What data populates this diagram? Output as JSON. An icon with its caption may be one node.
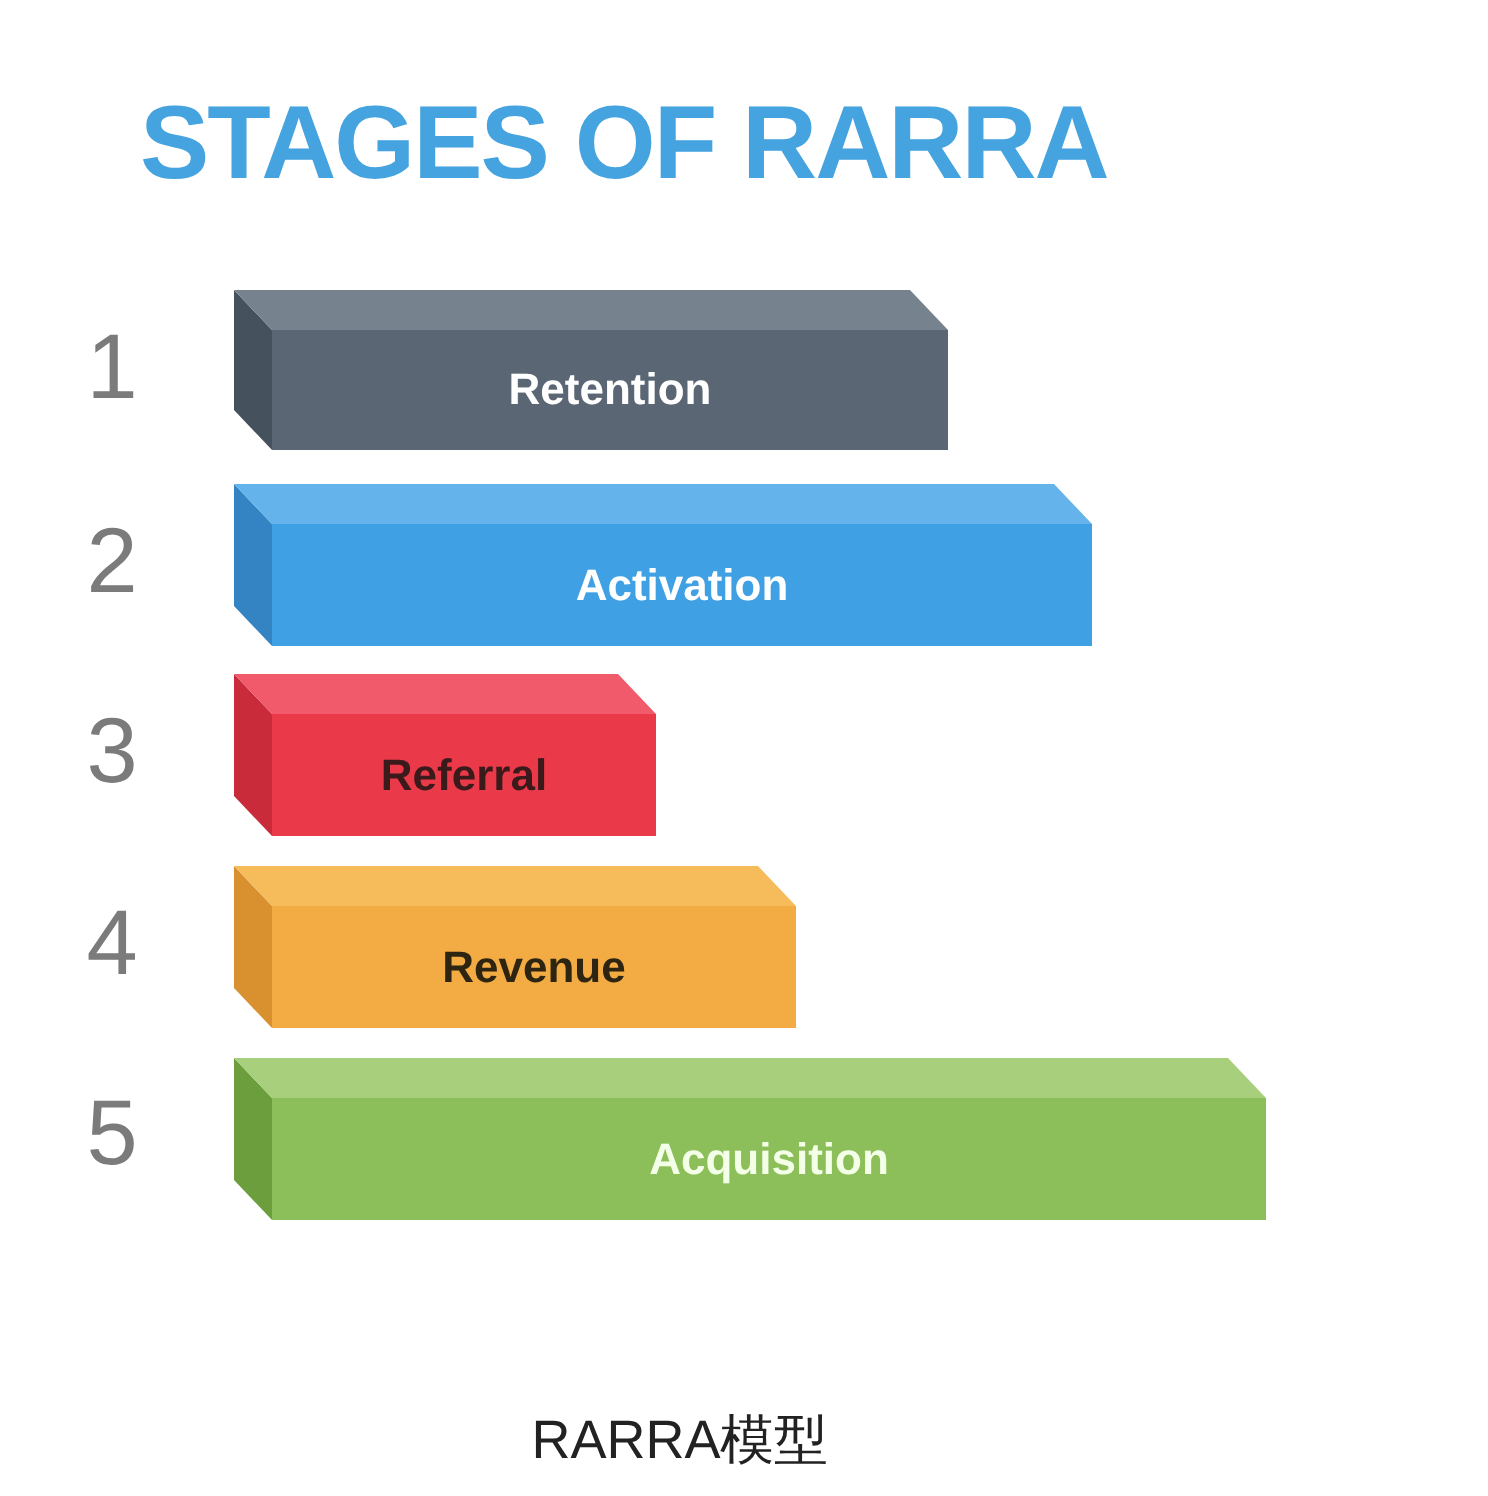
{
  "diagram": {
    "title": "STAGES OF RARRA",
    "caption": "RARRA模型",
    "nodes": [
      {
        "text": [
          "Retention"
        ]
      },
      {
        "text": [
          "Activation"
        ]
      },
      {
        "text": [
          "Referral"
        ]
      },
      {
        "text": [
          "Revenue"
        ]
      },
      {
        "text": [
          "Acquisition"
        ]
      }
    ],
    "edges": [],
    "labels": [
      "1",
      "2",
      "3",
      "4",
      "5"
    ]
  }
}
